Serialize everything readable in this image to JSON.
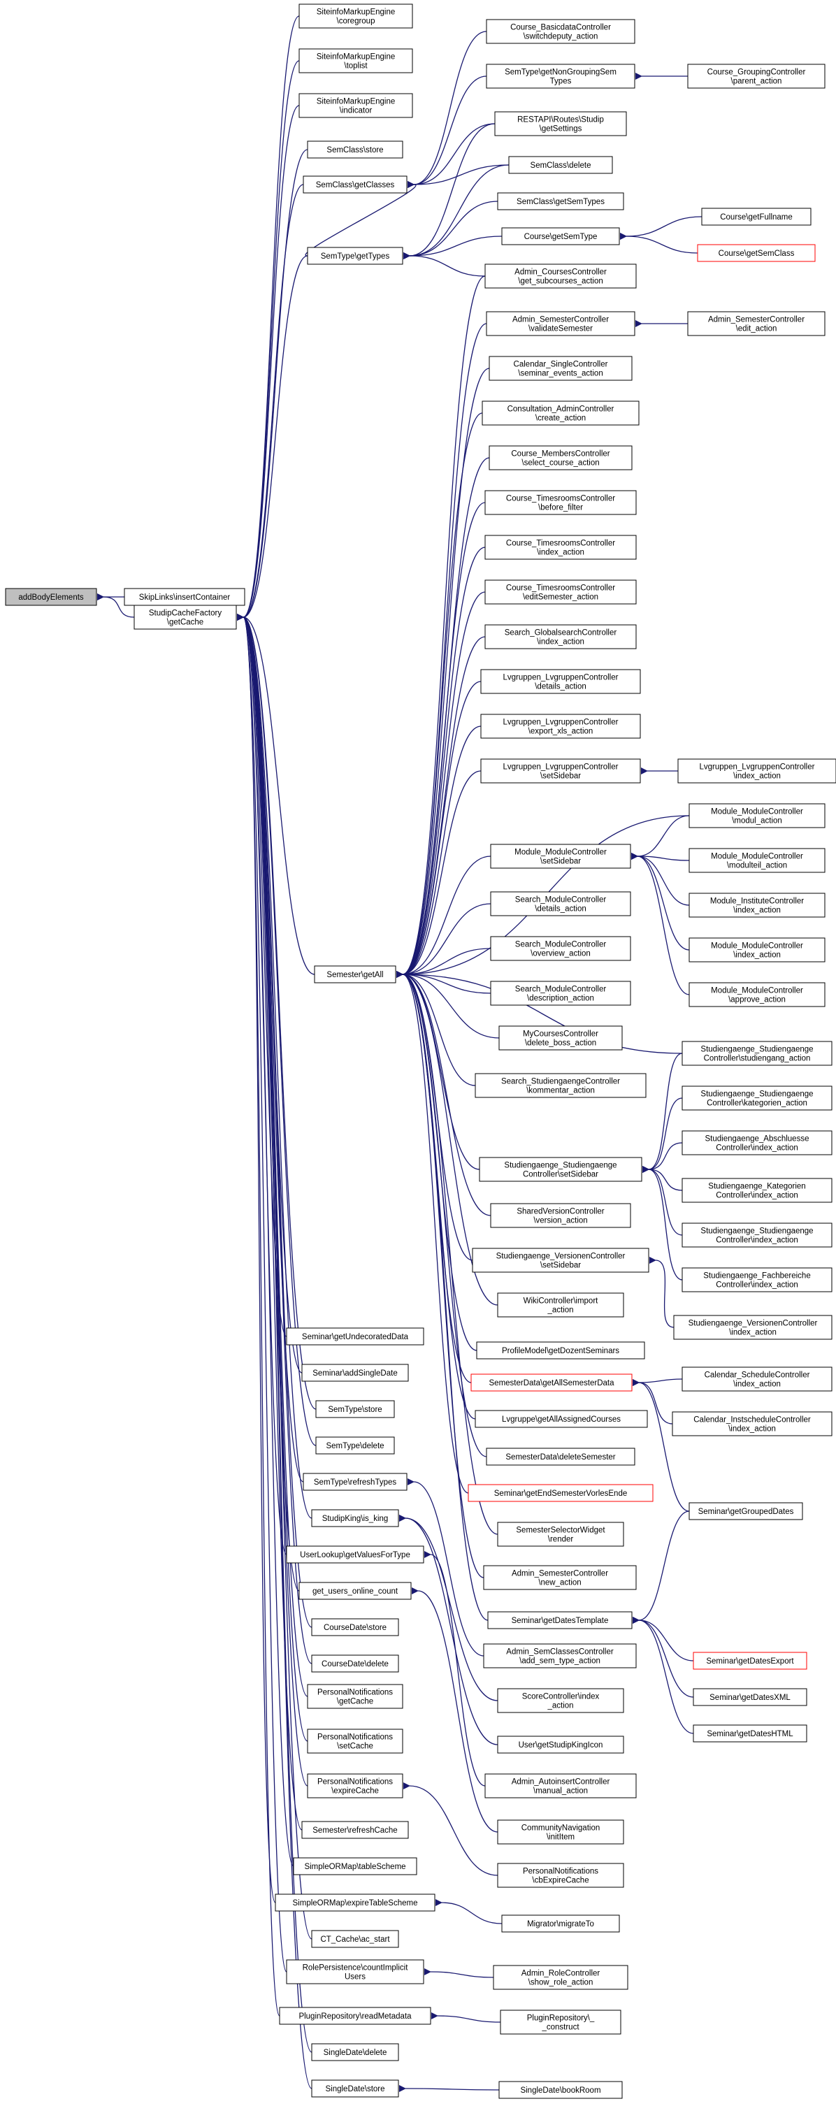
{
  "colors": {
    "edge": "#191970",
    "node_border": "#000000",
    "highlight_border": "#ff0000",
    "root_fill": "#bfbfbf",
    "background": "#ffffff"
  },
  "nodes": [
    {
      "id": "root",
      "label": [
        "addBodyElements"
      ],
      "root": true
    },
    {
      "id": "skip",
      "label": [
        "SkipLinks\\insertContainer"
      ]
    },
    {
      "id": "gc",
      "label": [
        "StudipCacheFactory",
        "\\getCache"
      ]
    },
    {
      "id": "sme_core",
      "label": [
        "SiteinfoMarkupEngine",
        "\\coregroup"
      ]
    },
    {
      "id": "sme_top",
      "label": [
        "SiteinfoMarkupEngine",
        "\\toplist"
      ]
    },
    {
      "id": "sme_ind",
      "label": [
        "SiteinfoMarkupEngine",
        "\\indicator"
      ]
    },
    {
      "id": "sc_store",
      "label": [
        "SemClass\\store"
      ]
    },
    {
      "id": "sc_gc",
      "label": [
        "SemClass\\getClasses"
      ]
    },
    {
      "id": "st_gt",
      "label": [
        "SemType\\getTypes"
      ]
    },
    {
      "id": "sem_ga",
      "label": [
        "Semester\\getAll"
      ]
    },
    {
      "id": "s_ud",
      "label": [
        "Seminar\\getUndecoratedData"
      ]
    },
    {
      "id": "s_asd",
      "label": [
        "Seminar\\addSingleDate"
      ]
    },
    {
      "id": "st_store",
      "label": [
        "SemType\\store"
      ]
    },
    {
      "id": "st_del",
      "label": [
        "SemType\\delete"
      ]
    },
    {
      "id": "st_rt",
      "label": [
        "SemType\\refreshTypes"
      ]
    },
    {
      "id": "sk_isk",
      "label": [
        "StudipKing\\is_king"
      ]
    },
    {
      "id": "ul_gv",
      "label": [
        "UserLookup\\getValuesForType"
      ]
    },
    {
      "id": "guoc",
      "label": [
        "get_users_online_count"
      ]
    },
    {
      "id": "cd_store",
      "label": [
        "CourseDate\\store"
      ]
    },
    {
      "id": "cd_del",
      "label": [
        "CourseDate\\delete"
      ]
    },
    {
      "id": "pn_gc",
      "label": [
        "PersonalNotifications",
        "\\getCache"
      ]
    },
    {
      "id": "pn_sc",
      "label": [
        "PersonalNotifications",
        "\\setCache"
      ]
    },
    {
      "id": "pn_ec",
      "label": [
        "PersonalNotifications",
        "\\expireCache"
      ]
    },
    {
      "id": "sem_rc",
      "label": [
        "Semester\\refreshCache"
      ]
    },
    {
      "id": "som_ts",
      "label": [
        "SimpleORMap\\tableScheme"
      ]
    },
    {
      "id": "som_ets",
      "label": [
        "SimpleORMap\\expireTableScheme"
      ]
    },
    {
      "id": "ct_ac",
      "label": [
        "CT_Cache\\ac_start"
      ]
    },
    {
      "id": "rp_cu",
      "label": [
        "RolePersistence\\countImplicit",
        "Users"
      ]
    },
    {
      "id": "pr_rm",
      "label": [
        "PluginRepository\\readMetadata"
      ]
    },
    {
      "id": "sd_del",
      "label": [
        "SingleDate\\delete"
      ]
    },
    {
      "id": "sd_store",
      "label": [
        "SingleDate\\store"
      ]
    },
    {
      "id": "cbc_sd",
      "label": [
        "Course_BasicdataController",
        "\\switchdeputy_action"
      ]
    },
    {
      "id": "st_gngt",
      "label": [
        "SemType\\getNonGroupingSem",
        "Types"
      ]
    },
    {
      "id": "rest_gs",
      "label": [
        "RESTAPI\\Routes\\Studip",
        "\\getSettings"
      ]
    },
    {
      "id": "sc_del",
      "label": [
        "SemClass\\delete"
      ]
    },
    {
      "id": "sc_gst",
      "label": [
        "SemClass\\getSemTypes"
      ]
    },
    {
      "id": "c_gst",
      "label": [
        "Course\\getSemType"
      ]
    },
    {
      "id": "acc_gsa",
      "label": [
        "Admin_CoursesController",
        "\\get_subcourses_action"
      ]
    },
    {
      "id": "cgc_pa",
      "label": [
        "Course_GroupingController",
        "\\parent_action"
      ]
    },
    {
      "id": "c_gfn",
      "label": [
        "Course\\getFullname"
      ]
    },
    {
      "id": "c_gsc",
      "label": [
        "Course\\getSemClass"
      ],
      "highlight": true
    },
    {
      "id": "asc_vs",
      "label": [
        "Admin_SemesterController",
        "\\validateSemester"
      ]
    },
    {
      "id": "asc_ea",
      "label": [
        "Admin_SemesterController",
        "\\edit_action"
      ]
    },
    {
      "id": "csc_sea",
      "label": [
        "Calendar_SingleController",
        "\\seminar_events_action"
      ]
    },
    {
      "id": "cac_ca",
      "label": [
        "Consultation_AdminController",
        "\\create_action"
      ]
    },
    {
      "id": "cmc_sca",
      "label": [
        "Course_MembersController",
        "\\select_course_action"
      ]
    },
    {
      "id": "ctc_bf",
      "label": [
        "Course_TimesroomsController",
        "\\before_filter"
      ]
    },
    {
      "id": "ctc_ia",
      "label": [
        "Course_TimesroomsController",
        "\\index_action"
      ]
    },
    {
      "id": "ctc_esa",
      "label": [
        "Course_TimesroomsController",
        "\\editSemester_action"
      ]
    },
    {
      "id": "sgc_ia",
      "label": [
        "Search_GlobalsearchController",
        "\\index_action"
      ]
    },
    {
      "id": "llc_da",
      "label": [
        "Lvgruppen_LvgruppenController",
        "\\details_action"
      ]
    },
    {
      "id": "llc_exa",
      "label": [
        "Lvgruppen_LvgruppenController",
        "\\export_xls_action"
      ]
    },
    {
      "id": "llc_ss",
      "label": [
        "Lvgruppen_LvgruppenController",
        "\\setSidebar"
      ]
    },
    {
      "id": "llc_ia",
      "label": [
        "Lvgruppen_LvgruppenController",
        "\\index_action"
      ]
    },
    {
      "id": "mmc_ss",
      "label": [
        "Module_ModuleController",
        "\\setSidebar"
      ]
    },
    {
      "id": "mmc_ma",
      "label": [
        "Module_ModuleController",
        "\\modul_action"
      ]
    },
    {
      "id": "mmc_mta",
      "label": [
        "Module_ModuleController",
        "\\modulteil_action"
      ]
    },
    {
      "id": "mic_ia",
      "label": [
        "Module_InstituteController",
        "\\index_action"
      ]
    },
    {
      "id": "mmc_ia",
      "label": [
        "Module_ModuleController",
        "\\index_action"
      ]
    },
    {
      "id": "mmc_aa",
      "label": [
        "Module_ModuleController",
        "\\approve_action"
      ]
    },
    {
      "id": "smc_da",
      "label": [
        "Search_ModuleController",
        "\\details_action"
      ]
    },
    {
      "id": "smc_oa",
      "label": [
        "Search_ModuleController",
        "\\overview_action"
      ]
    },
    {
      "id": "smc_dsa",
      "label": [
        "Search_ModuleController",
        "\\description_action"
      ]
    },
    {
      "id": "mcc_dba",
      "label": [
        "MyCoursesController",
        "\\delete_boss_action"
      ]
    },
    {
      "id": "ssc_ka",
      "label": [
        "Search_StudiengaengeController",
        "\\kommentar_action"
      ]
    },
    {
      "id": "ssgc_ss",
      "label": [
        "Studiengaenge_Studiengaenge",
        "Controller\\setSidebar"
      ]
    },
    {
      "id": "ssgc_sa",
      "label": [
        "Studiengaenge_Studiengaenge",
        "Controller\\studiengang_action"
      ]
    },
    {
      "id": "ssgc_ka",
      "label": [
        "Studiengaenge_Studiengaenge",
        "Controller\\kategorien_action"
      ]
    },
    {
      "id": "sac_ia",
      "label": [
        "Studiengaenge_Abschluesse",
        "Controller\\index_action"
      ]
    },
    {
      "id": "skc_ia",
      "label": [
        "Studiengaenge_Kategorien",
        "Controller\\index_action"
      ]
    },
    {
      "id": "ssgc_ia",
      "label": [
        "Studiengaenge_Studiengaenge",
        "Controller\\index_action"
      ]
    },
    {
      "id": "sfc_ia",
      "label": [
        "Studiengaenge_Fachbereiche",
        "Controller\\index_action"
      ]
    },
    {
      "id": "svc_va",
      "label": [
        "SharedVersionController",
        "\\version_action"
      ]
    },
    {
      "id": "svgc_ss",
      "label": [
        "Studiengaenge_VersionenController",
        "\\setSidebar"
      ]
    },
    {
      "id": "svgc_ia",
      "label": [
        "Studiengaenge_VersionenController",
        "\\index_action"
      ]
    },
    {
      "id": "wc_ia",
      "label": [
        "WikiController\\import",
        "_action"
      ]
    },
    {
      "id": "pm_gds",
      "label": [
        "ProfileModel\\getDozentSeminars"
      ]
    },
    {
      "id": "sd_gasd",
      "label": [
        "SemesterData\\getAllSemesterData"
      ],
      "highlight": true
    },
    {
      "id": "csc_ia",
      "label": [
        "Calendar_ScheduleController",
        "\\index_action"
      ]
    },
    {
      "id": "cisc_ia",
      "label": [
        "Calendar_InstscheduleController",
        "\\index_action"
      ]
    },
    {
      "id": "lv_gac",
      "label": [
        "Lvgruppe\\getAllAssignedCourses"
      ]
    },
    {
      "id": "sd_ds",
      "label": [
        "SemesterData\\deleteSemester"
      ]
    },
    {
      "id": "s_gesve",
      "label": [
        "Seminar\\getEndSemesterVorlesEnde"
      ],
      "highlight": true
    },
    {
      "id": "s_ggd",
      "label": [
        "Seminar\\getGroupedDates"
      ]
    },
    {
      "id": "ssw_r",
      "label": [
        "SemesterSelectorWidget",
        "\\render"
      ]
    },
    {
      "id": "asc_na",
      "label": [
        "Admin_SemesterController",
        "\\new_action"
      ]
    },
    {
      "id": "s_gdt",
      "label": [
        "Seminar\\getDatesTemplate"
      ]
    },
    {
      "id": "s_gde",
      "label": [
        "Seminar\\getDatesExport"
      ],
      "highlight": true
    },
    {
      "id": "s_gdx",
      "label": [
        "Seminar\\getDatesXML"
      ]
    },
    {
      "id": "s_gdh",
      "label": [
        "Seminar\\getDatesHTML"
      ]
    },
    {
      "id": "ascc_ast",
      "label": [
        "Admin_SemClassesController",
        "\\add_sem_type_action"
      ]
    },
    {
      "id": "scc_ia",
      "label": [
        "ScoreController\\index",
        "_action"
      ]
    },
    {
      "id": "u_gsk",
      "label": [
        "User\\getStudipKingIcon"
      ]
    },
    {
      "id": "aac_ma",
      "label": [
        "Admin_AutoinsertController",
        "\\manual_action"
      ]
    },
    {
      "id": "cn_ii",
      "label": [
        "CommunityNavigation",
        "\\initItem"
      ]
    },
    {
      "id": "pn_cec",
      "label": [
        "PersonalNotifications",
        "\\cbExpireCache"
      ]
    },
    {
      "id": "mig_mt",
      "label": [
        "Migrator\\migrateTo"
      ]
    },
    {
      "id": "arc_sra",
      "label": [
        "Admin_RoleController",
        "\\show_role_action"
      ]
    },
    {
      "id": "pr_c",
      "label": [
        "PluginRepository\\_",
        "_construct"
      ]
    },
    {
      "id": "sd_br",
      "label": [
        "SingleDate\\bookRoom"
      ]
    }
  ]
}
